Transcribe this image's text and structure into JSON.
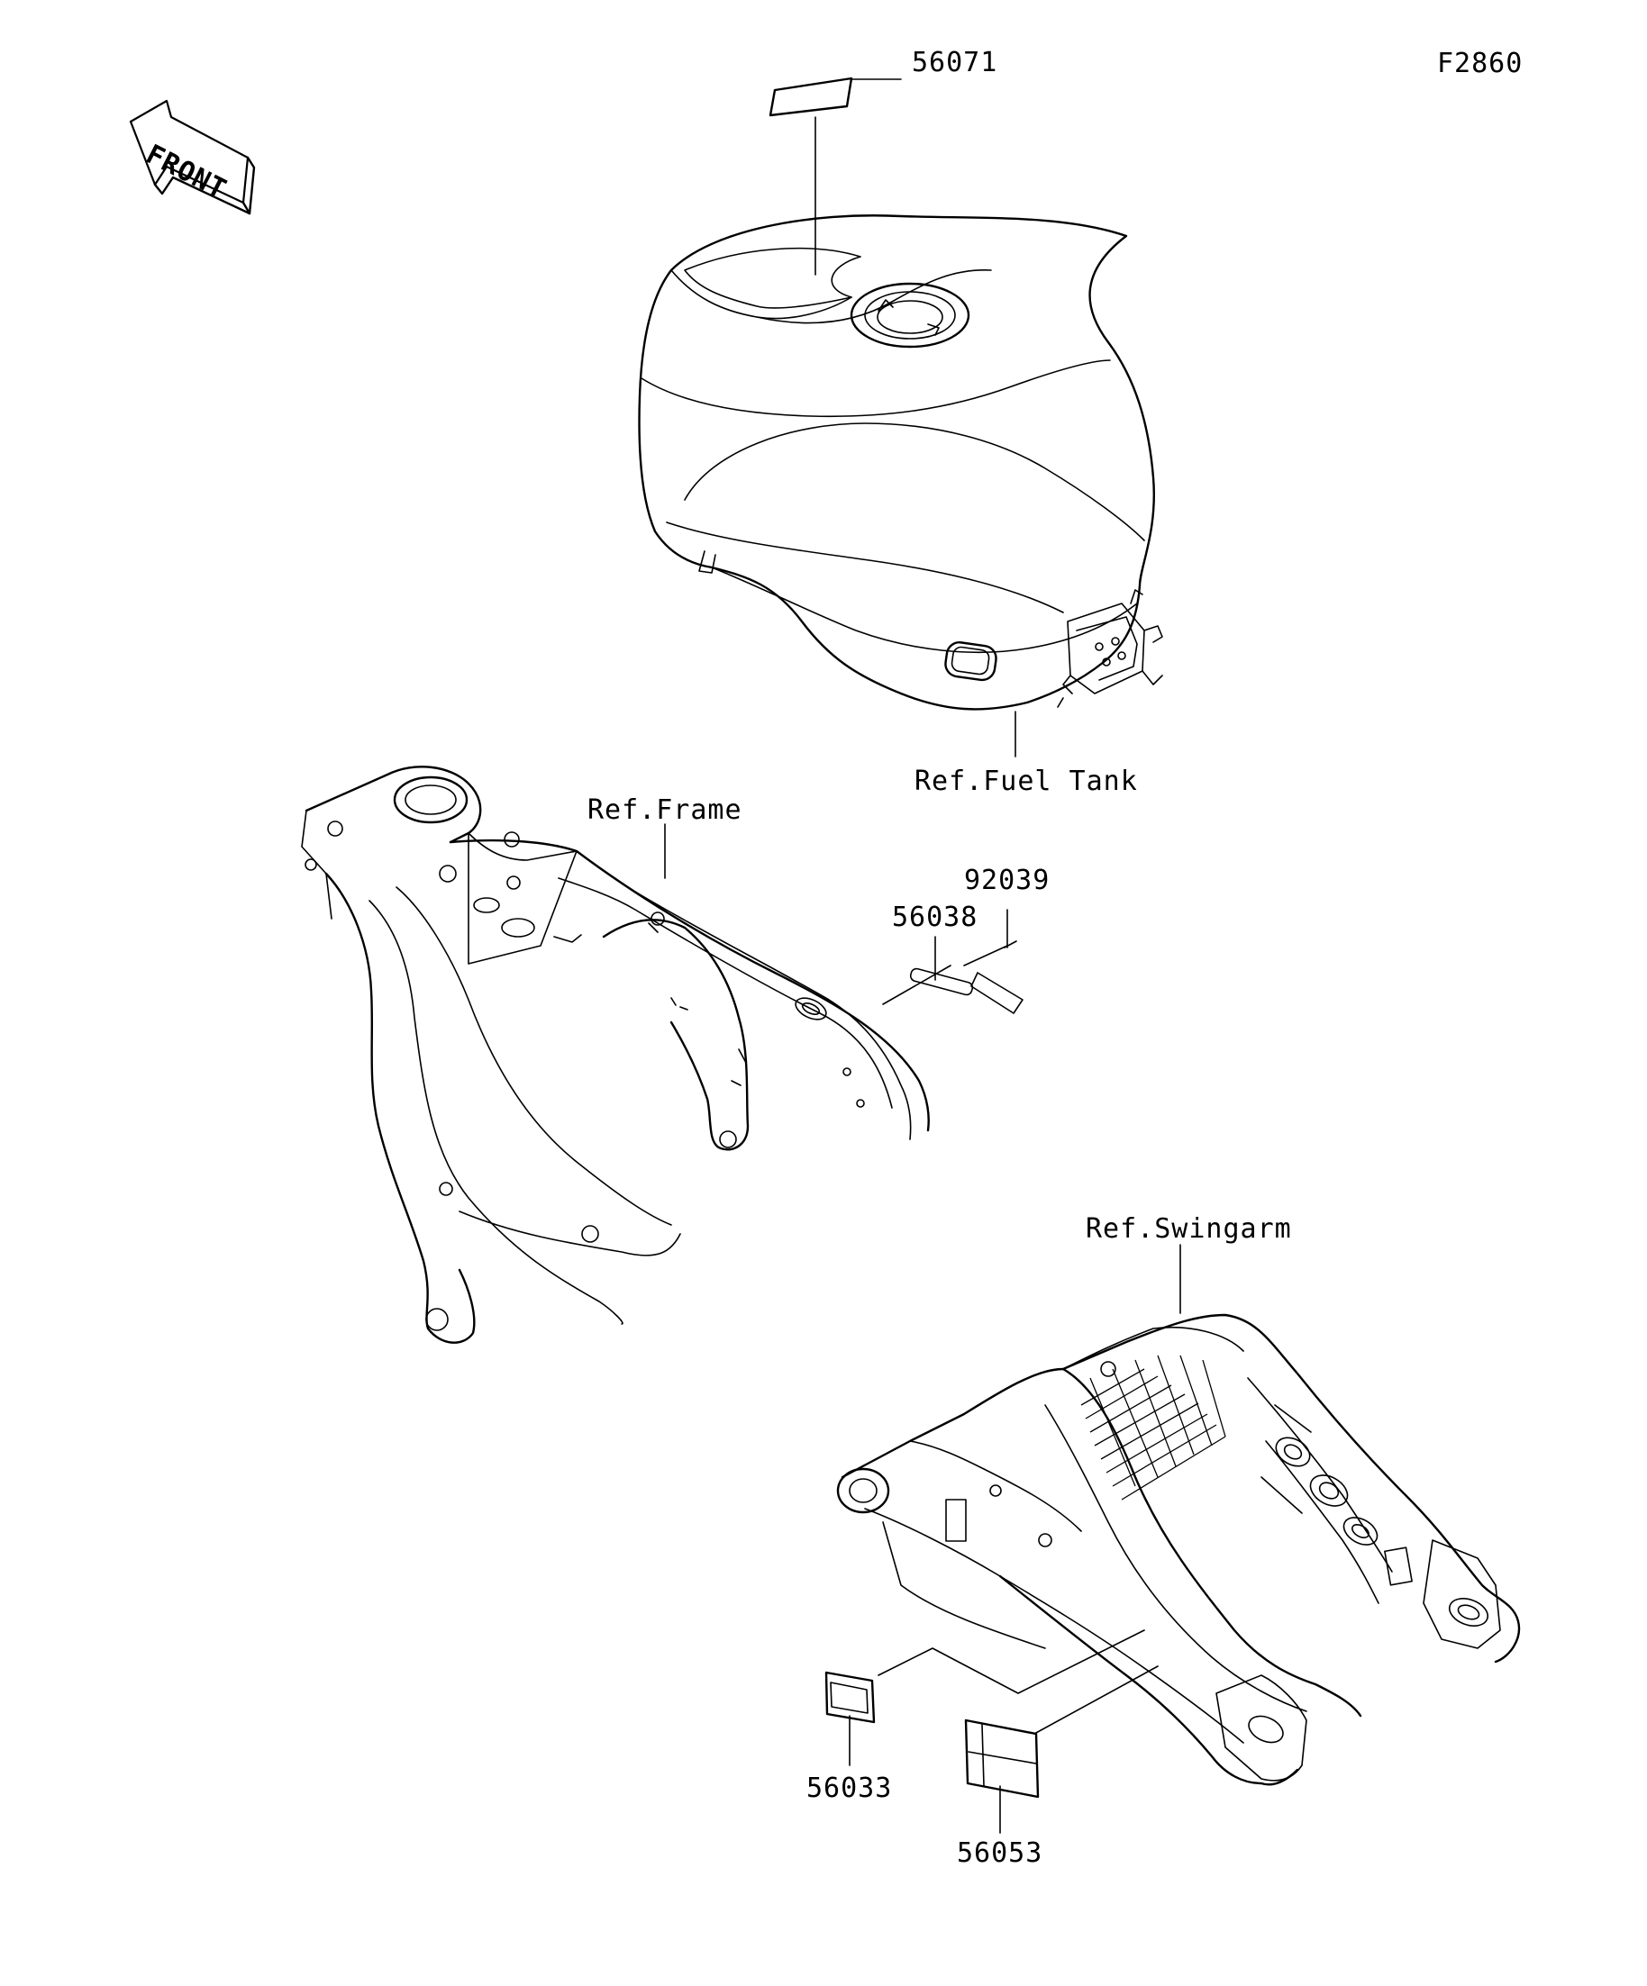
{
  "diagram_id": "F2860",
  "front_label": "FRONT",
  "refs": {
    "fuel_tank": "Ref.Fuel Tank",
    "frame": "Ref.Frame",
    "swingarm": "Ref.Swingarm"
  },
  "parts": {
    "p56071": "56071",
    "p92039": "92039",
    "p56038": "56038",
    "p56033": "56033",
    "p56053": "56053"
  }
}
